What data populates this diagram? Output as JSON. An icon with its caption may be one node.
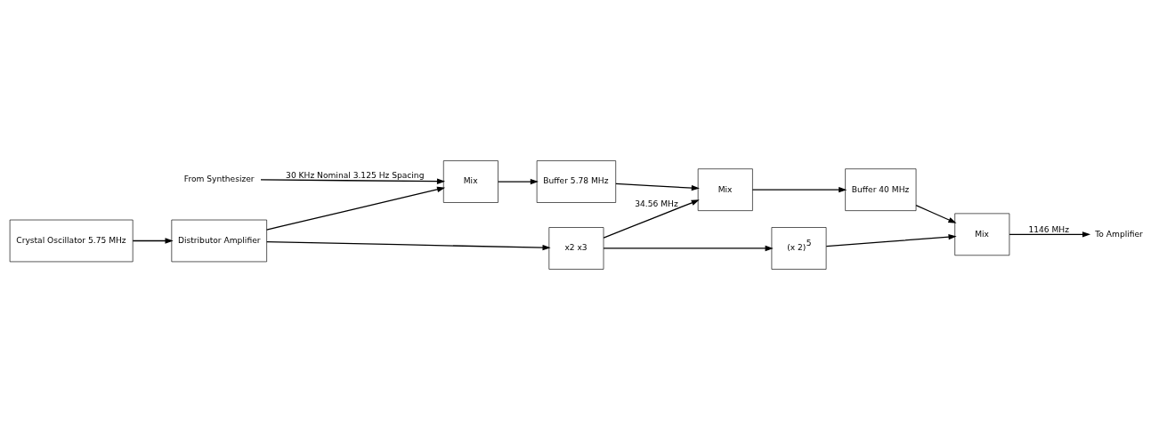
{
  "diagram": {
    "nodes": [
      {
        "text": [
          "From Synthesizer"
        ]
      },
      {
        "text": [
          "Mix"
        ]
      },
      {
        "text": [
          "Buffer 5.78 MHz"
        ]
      },
      {
        "text": [
          "Mix"
        ]
      },
      {
        "text": [
          "Buffer 40 MHz"
        ]
      },
      {
        "text": [
          "Crystal Oscillator 5.75 MHz"
        ]
      },
      {
        "text": [
          "Distributor Amplifier"
        ]
      },
      {
        "text": [
          "x2 x3"
        ]
      },
      {
        "text": [
          "(x 2)$^{5}$"
        ]
      },
      {
        "text": [
          "Mix"
        ]
      },
      {
        "text": [
          "To Amplifier"
        ]
      }
    ],
    "edges": [
      {
        "from": 0,
        "to": 1,
        "arrow": "to",
        "label": "30 KHz Nominal 3.125 Hz Spacing"
      },
      {
        "from": 1,
        "to": 2,
        "arrow": "to"
      },
      {
        "from": 2,
        "to": 3,
        "arrow": "to"
      },
      {
        "from": 3,
        "to": 4,
        "arrow": "to"
      },
      {
        "from": 5,
        "to": 6,
        "arrow": "to"
      },
      {
        "from": 6,
        "to": 1,
        "arrow": "to"
      },
      {
        "from": 6,
        "to": 7,
        "arrow": "to"
      },
      {
        "from": 7,
        "to": 3,
        "arrow": "to",
        "label": "34.56 MHz"
      },
      {
        "from": 7,
        "to": 8,
        "arrow": "to"
      },
      {
        "from": 4,
        "to": 9,
        "arrow": "to"
      },
      {
        "from": 8,
        "to": 9,
        "arrow": "to"
      },
      {
        "from": 9,
        "to": 10,
        "arrow": "to",
        "label": "1146 MHz"
      }
    ]
  }
}
